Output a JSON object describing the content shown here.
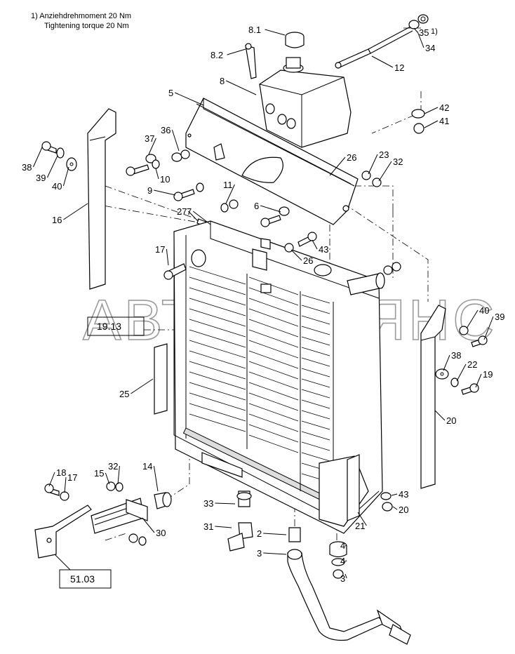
{
  "notes": {
    "line1": "1)  Anziehdrehmoment 20 Nm",
    "line2": "Tightening torque 20 Nm"
  },
  "watermark": "АВТОАЛЬЯНС",
  "references": {
    "ref_1913": "19.13",
    "ref_5103": "51.03"
  },
  "callouts": [
    "8.1",
    "8.2",
    "8",
    "5",
    "35",
    "1)",
    "34",
    "12",
    "42",
    "41",
    "37",
    "36",
    "38",
    "39",
    "40",
    "10",
    "9",
    "11",
    "7",
    "6",
    "27",
    "26",
    "23",
    "32",
    "16",
    "17",
    "43",
    "26",
    "25",
    "40",
    "39",
    "38",
    "22",
    "19",
    "20",
    "18",
    "17",
    "15",
    "32",
    "14",
    "33",
    "30",
    "31",
    "2",
    "3",
    "4",
    "4",
    "3",
    "43",
    "20",
    "21"
  ]
}
